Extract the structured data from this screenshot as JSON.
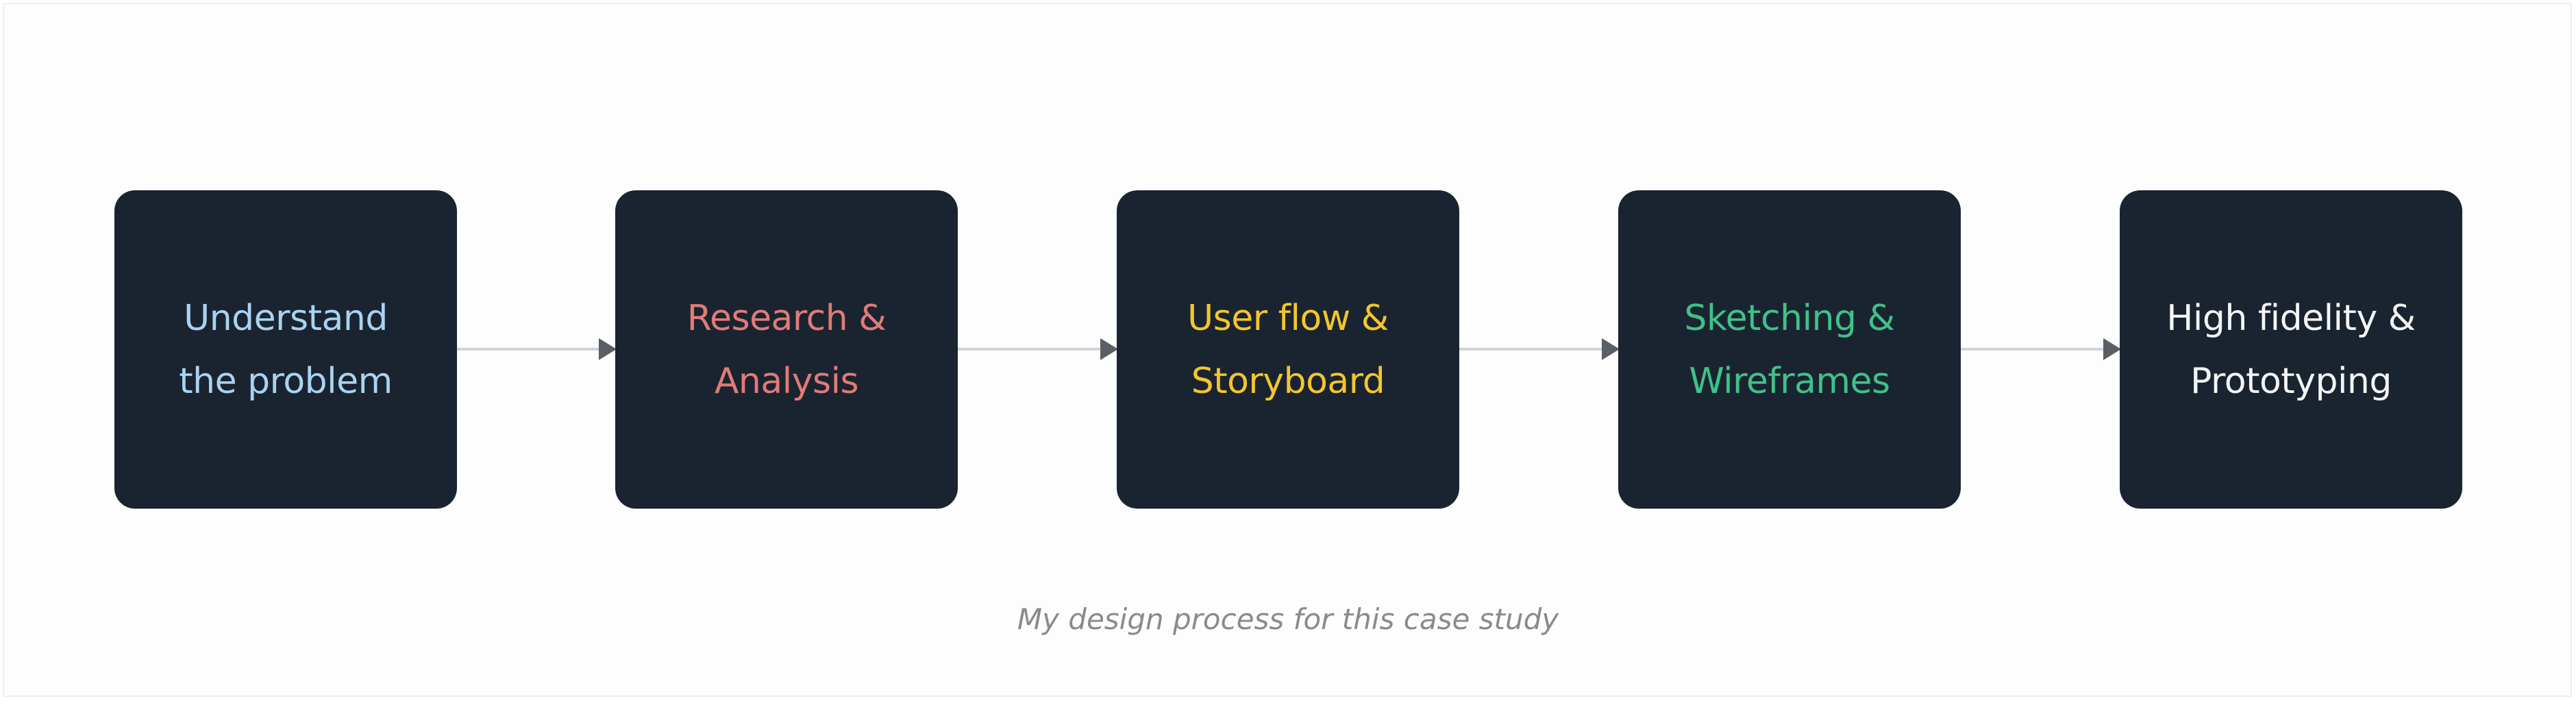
{
  "steps": [
    {
      "line1": "Understand",
      "line2": "the problem",
      "color": "#a9d3f0"
    },
    {
      "line1": "Research &",
      "line2": "Analysis",
      "color": "#e07b78"
    },
    {
      "line1": "User flow &",
      "line2": "Storyboard",
      "color": "#f3c62b"
    },
    {
      "line1": "Sketching &",
      "line2": "Wireframes",
      "color": "#3ec28a"
    },
    {
      "line1": "High fidelity &",
      "line2": "Prototyping",
      "color": "#f5f5f5"
    }
  ],
  "caption": "My design process for this case study",
  "colors": {
    "box_background": "#1a2430",
    "connector": "#cfd3d6",
    "arrowhead": "#5a5f66",
    "caption": "#8a8a8a"
  }
}
